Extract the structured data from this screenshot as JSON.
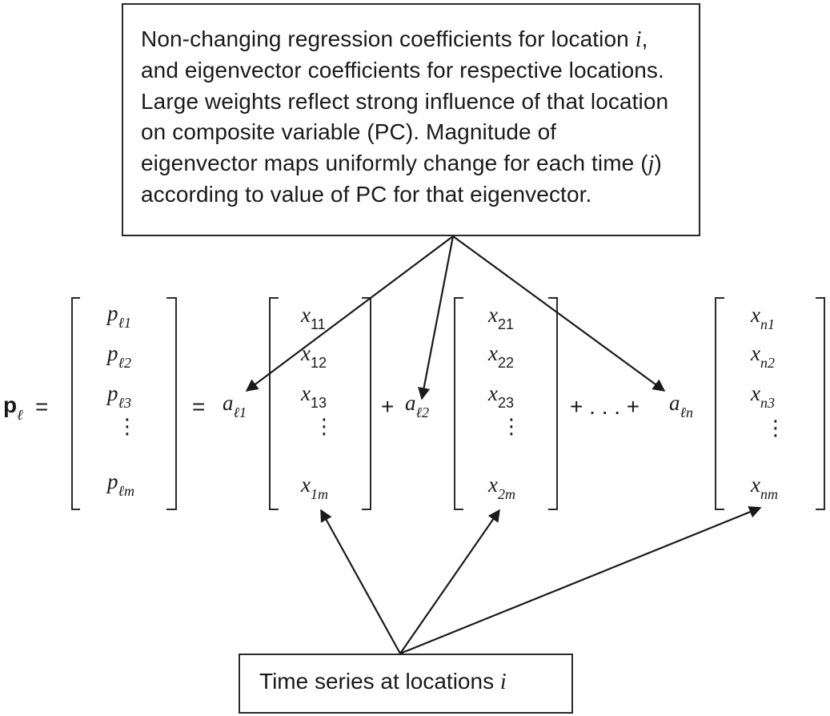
{
  "top_box": {
    "line1_pre": "Non-changing regression coefficients for location ",
    "line1_var": "i",
    "line1_post": ",",
    "line2": "and eigenvector coefficients for respective locations.",
    "line3": "Large weights reflect strong influence of that location",
    "line4": "on composite variable (PC). Magnitude of",
    "line5_pre": "eigenvector maps uniformly change for each time (",
    "line5_var": "j",
    "line5_post": ")",
    "line6": "according to value of PC for that eigenvector."
  },
  "bottom_box": {
    "text_pre": "Time series at locations ",
    "text_var": "i"
  },
  "equation": {
    "lhs_symbol": "p",
    "lhs_sub": "ℓ",
    "equals": "=",
    "p_vector": [
      {
        "base": "p",
        "sub": "ℓ1"
      },
      {
        "base": "p",
        "sub": "ℓ2"
      },
      {
        "base": "p",
        "sub": "ℓ3"
      },
      {
        "base": "p",
        "sub": "ℓm"
      }
    ],
    "terms": [
      {
        "op": "=",
        "coef_base": "a",
        "coef_sub": "ℓ1",
        "vector": [
          {
            "base": "x",
            "sub": "11"
          },
          {
            "base": "x",
            "sub": "12"
          },
          {
            "base": "x",
            "sub": "13"
          },
          {
            "base": "x",
            "sub": "1m"
          }
        ]
      },
      {
        "op": "+",
        "coef_base": "a",
        "coef_sub": "ℓ2",
        "vector": [
          {
            "base": "x",
            "sub": "21"
          },
          {
            "base": "x",
            "sub": "22"
          },
          {
            "base": "x",
            "sub": "23"
          },
          {
            "base": "x",
            "sub": "2m"
          }
        ]
      },
      {
        "op": "+ . . . +",
        "coef_base": "a",
        "coef_sub": "ℓn",
        "vector": [
          {
            "base": "x",
            "sub": "n1"
          },
          {
            "base": "x",
            "sub": "n2"
          },
          {
            "base": "x",
            "sub": "n3"
          },
          {
            "base": "x",
            "sub": "nm"
          }
        ]
      }
    ],
    "vdots": "⋮"
  },
  "colors": {
    "ink": "#1a1a1a",
    "box_border": "#2a2a2a"
  }
}
